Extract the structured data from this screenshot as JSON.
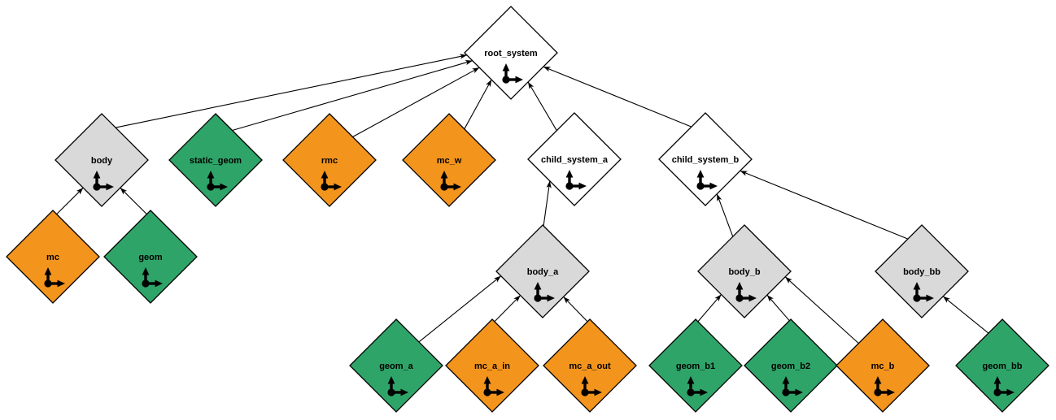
{
  "graph": {
    "background_color": "#ffffff",
    "colors": {
      "white_node_fill": "#ffffff",
      "gray_node_fill": "#d9d9d9",
      "green_node_fill": "#2fa469",
      "orange_node_fill": "#f3941d",
      "node_border": "#000000",
      "edge": "#000000",
      "label_text": "#000000"
    },
    "node_shape": "diamond",
    "icon": "frame-axes-icon",
    "nodes": [
      {
        "id": "root_system",
        "label": "root_system",
        "color": "white"
      },
      {
        "id": "body",
        "label": "body",
        "color": "gray"
      },
      {
        "id": "static_geom",
        "label": "static_geom",
        "color": "green"
      },
      {
        "id": "rmc",
        "label": "rmc",
        "color": "orange"
      },
      {
        "id": "mc_w",
        "label": "mc_w",
        "color": "orange"
      },
      {
        "id": "child_system_a",
        "label": "child_system_a",
        "color": "white"
      },
      {
        "id": "child_system_b",
        "label": "child_system_b",
        "color": "white"
      },
      {
        "id": "mc",
        "label": "mc",
        "color": "orange"
      },
      {
        "id": "geom",
        "label": "geom",
        "color": "green"
      },
      {
        "id": "body_a",
        "label": "body_a",
        "color": "gray"
      },
      {
        "id": "geom_a",
        "label": "geom_a",
        "color": "green"
      },
      {
        "id": "mc_a_in",
        "label": "mc_a_in",
        "color": "orange"
      },
      {
        "id": "mc_a_out",
        "label": "mc_a_out",
        "color": "orange"
      },
      {
        "id": "body_b",
        "label": "body_b",
        "color": "gray"
      },
      {
        "id": "body_bb",
        "label": "body_bb",
        "color": "gray"
      },
      {
        "id": "geom_b1",
        "label": "geom_b1",
        "color": "green"
      },
      {
        "id": "geom_b2",
        "label": "geom_b2",
        "color": "green"
      },
      {
        "id": "mc_b",
        "label": "mc_b",
        "color": "orange"
      },
      {
        "id": "geom_bb",
        "label": "geom_bb",
        "color": "green"
      }
    ],
    "edges": [
      {
        "from": "body",
        "to": "root_system"
      },
      {
        "from": "static_geom",
        "to": "root_system"
      },
      {
        "from": "rmc",
        "to": "root_system"
      },
      {
        "from": "mc_w",
        "to": "root_system"
      },
      {
        "from": "child_system_a",
        "to": "root_system"
      },
      {
        "from": "child_system_b",
        "to": "root_system"
      },
      {
        "from": "mc",
        "to": "body"
      },
      {
        "from": "geom",
        "to": "body"
      },
      {
        "from": "body_a",
        "to": "child_system_a"
      },
      {
        "from": "geom_a",
        "to": "body_a"
      },
      {
        "from": "mc_a_in",
        "to": "body_a"
      },
      {
        "from": "mc_a_out",
        "to": "body_a"
      },
      {
        "from": "body_b",
        "to": "child_system_b"
      },
      {
        "from": "body_bb",
        "to": "child_system_b"
      },
      {
        "from": "geom_b1",
        "to": "body_b"
      },
      {
        "from": "geom_b2",
        "to": "body_b"
      },
      {
        "from": "mc_b",
        "to": "body_b"
      },
      {
        "from": "geom_bb",
        "to": "body_bb"
      }
    ]
  }
}
